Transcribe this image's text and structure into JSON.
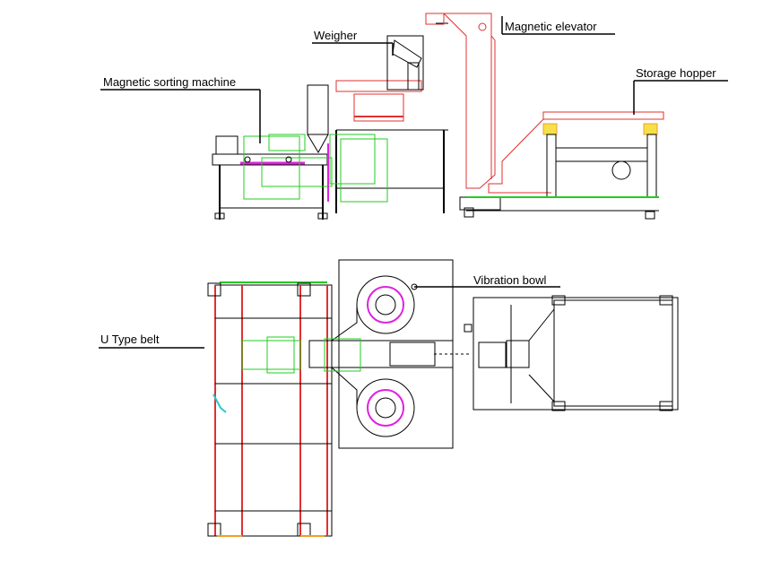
{
  "labels": {
    "weigher": "Weigher",
    "magnetic_elevator": "Magnetic elevator",
    "magnetic_sorting_machine": "Magnetic sorting machine",
    "storage_hopper": "Storage hopper",
    "vibration_bowl": "Vibration bowl",
    "u_type_belt": "U Type belt"
  },
  "colors": {
    "frame": "#000000",
    "elevator": "#e03030",
    "green": "#22cc22",
    "magenta": "#dd22dd",
    "orange": "#f0a020",
    "yellow": "#f5e04a",
    "cyan": "#22cccc"
  }
}
